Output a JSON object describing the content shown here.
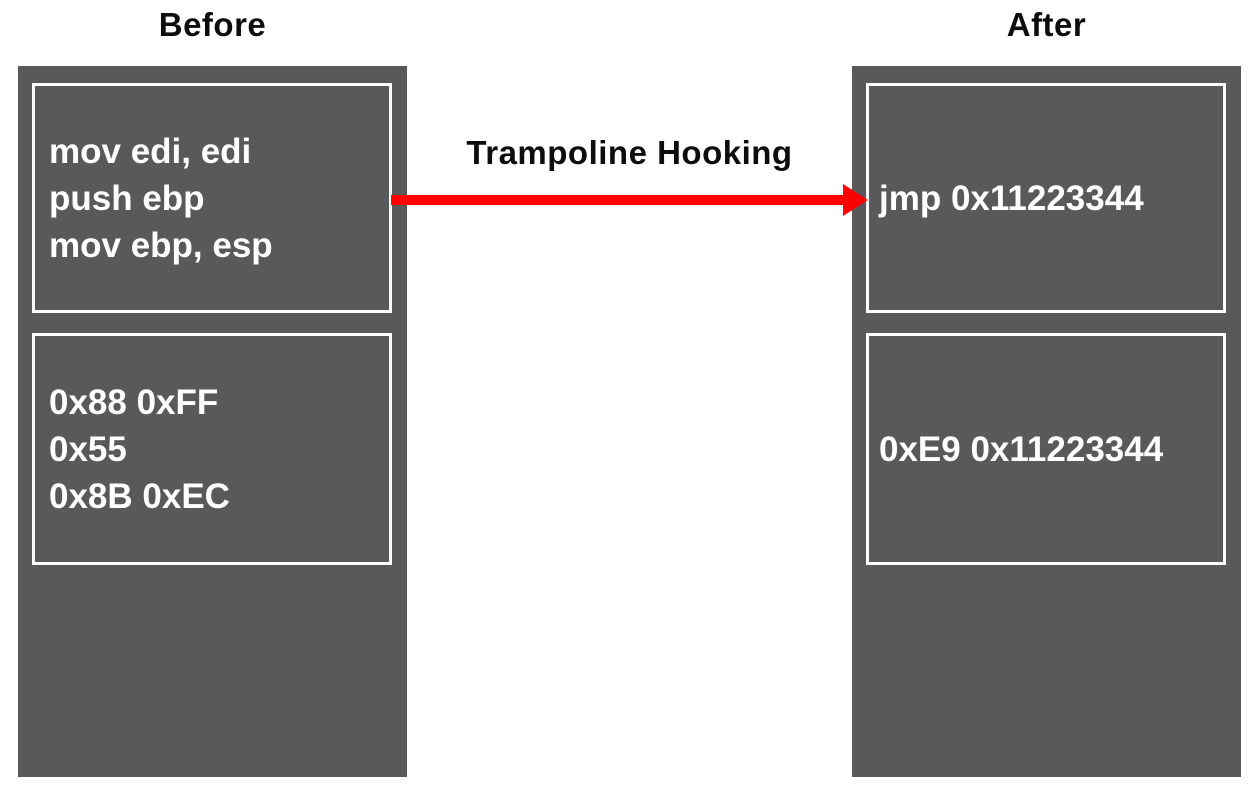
{
  "titles": {
    "before": "Before",
    "after": "After"
  },
  "arrow": {
    "label": "Trampoline Hooking"
  },
  "before": {
    "code_lines": [
      "mov edi, edi",
      "push ebp",
      "mov ebp, esp"
    ],
    "byte_lines": [
      "0x88 0xFF",
      "0x55",
      "0x8B 0xEC"
    ]
  },
  "after": {
    "code_lines": [
      "jmp 0x11223344"
    ],
    "byte_lines": [
      "0xE9 0x11223344"
    ]
  },
  "colors": {
    "column_bg": "#595959",
    "box_border": "#ffffff",
    "box_text": "#ffffff",
    "title_text": "#0d0d0d",
    "arrow": "#ff0000"
  }
}
